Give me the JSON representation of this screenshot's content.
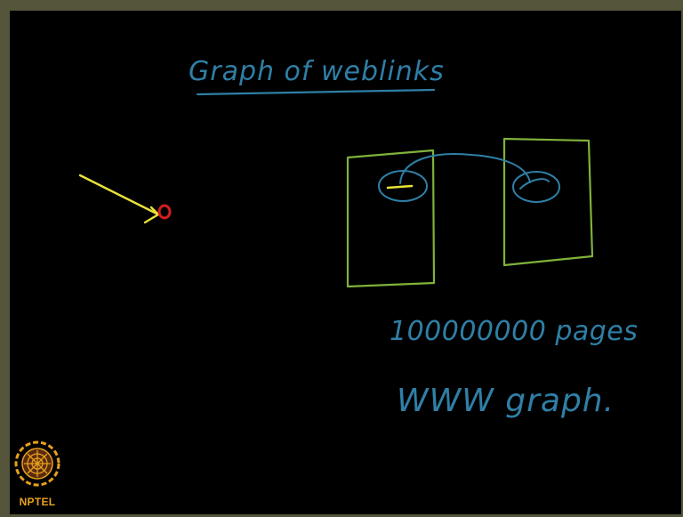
{
  "board": {
    "title": "Graph of weblinks",
    "page_count_text": "100000000 pages",
    "graph_name_text": "WWW graph."
  },
  "logo": {
    "label": "NPTEL"
  },
  "colors": {
    "ink_blue": "#2f7fa6",
    "ink_green": "#7fb23a",
    "ink_yellow": "#e8e23a",
    "ink_red": "#d21e1e",
    "logo_orange": "#e8a11c",
    "board_black": "#000000",
    "frame_olive": "#55553c"
  }
}
